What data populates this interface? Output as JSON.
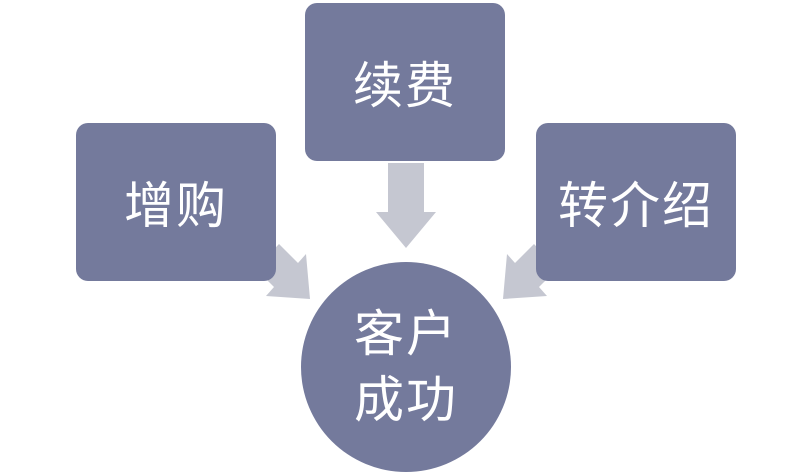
{
  "diagram": {
    "center": {
      "line1": "客户",
      "line2": "成功"
    },
    "nodes": {
      "top": "续费",
      "left": "增购",
      "right": "转介绍"
    },
    "colors": {
      "node_fill": "#747a9c",
      "arrow_fill": "#c5c7d1",
      "text": "#ffffff"
    }
  }
}
